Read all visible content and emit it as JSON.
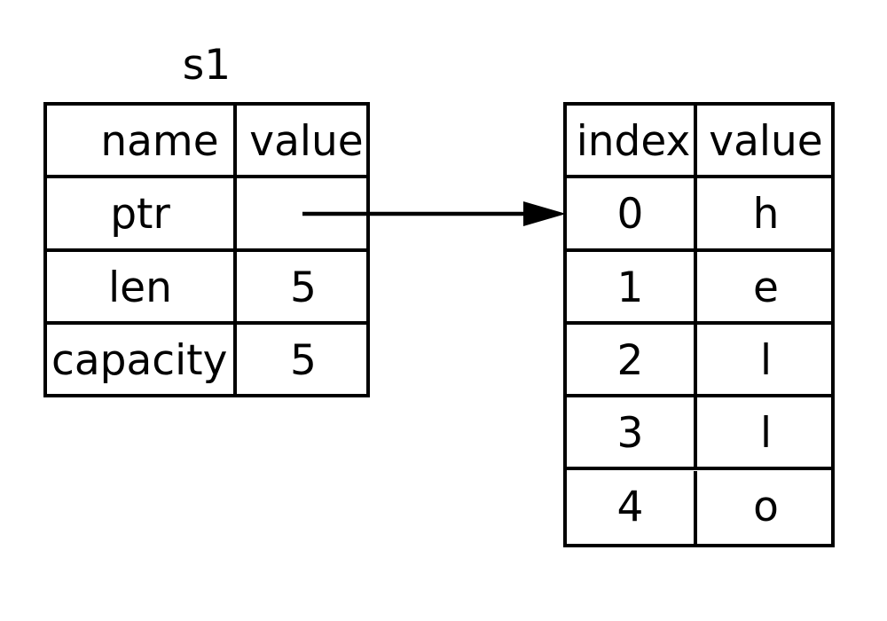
{
  "diagram": {
    "title": "s1",
    "variable_label": "s1",
    "stack_table": {
      "name": "stack-table",
      "headers": [
        "name",
        "value"
      ],
      "rows": [
        {
          "name": "ptr",
          "value": ""
        },
        {
          "name": "len",
          "value": "5"
        },
        {
          "name": "capacity",
          "value": "5"
        }
      ]
    },
    "heap_table": {
      "name": "heap-table",
      "headers": [
        "index",
        "value"
      ],
      "rows": [
        {
          "index": "0",
          "value": "h"
        },
        {
          "index": "1",
          "value": "e"
        },
        {
          "index": "2",
          "value": "l"
        },
        {
          "index": "3",
          "value": "l"
        },
        {
          "index": "4",
          "value": "o"
        }
      ]
    },
    "arrow": {
      "name": "pointer-arrow",
      "from": "ptr value cell",
      "to": "heap index 0 row",
      "style": "solid line with filled triangular head"
    },
    "colors": {
      "stroke": "#000000",
      "background": "#ffffff",
      "text": "#000000"
    }
  }
}
